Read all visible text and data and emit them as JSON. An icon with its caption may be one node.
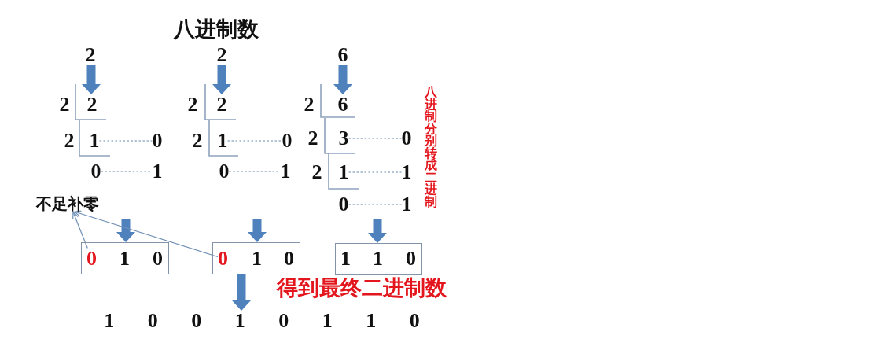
{
  "diagram": {
    "title": "八进制数",
    "nodes": [
      {
        "text": [
          "2"
        ]
      },
      {
        "text": [
          "2"
        ]
      },
      {
        "text": [
          "6"
        ]
      },
      {
        "text": [
          "2"
        ]
      },
      {
        "text": [
          "2"
        ]
      },
      {
        "text": [
          "6"
        ]
      },
      {
        "text": [
          "1"
        ]
      },
      {
        "text": [
          "0"
        ]
      },
      {
        "text": [
          "1"
        ]
      },
      {
        "text": [
          "0"
        ]
      },
      {
        "text": [
          "3"
        ]
      },
      {
        "text": [
          "0"
        ]
      },
      {
        "text": [
          "0"
        ]
      },
      {
        "text": [
          "1"
        ]
      },
      {
        "text": [
          "0"
        ]
      },
      {
        "text": [
          "1"
        ]
      },
      {
        "text": [
          "1"
        ]
      },
      {
        "text": [
          "1"
        ]
      },
      {
        "text": [
          "0"
        ]
      },
      {
        "text": [
          "1"
        ]
      },
      {
        "text": [
          "不足补零"
        ]
      },
      {
        "text": [],
        "shape": "box"
      },
      {
        "text": [
          "0"
        ],
        "in": 21
      },
      {
        "text": [
          "1"
        ],
        "in": 21
      },
      {
        "text": [
          "0"
        ],
        "in": 21
      },
      {
        "text": [],
        "shape": "box"
      },
      {
        "text": [
          "0"
        ],
        "in": 25
      },
      {
        "text": [
          "1"
        ],
        "in": 25
      },
      {
        "text": [
          "0"
        ],
        "in": 25
      },
      {
        "text": [],
        "shape": "box"
      },
      {
        "text": [
          "1"
        ],
        "in": 29
      },
      {
        "text": [
          "1"
        ],
        "in": 29
      },
      {
        "text": [
          "0"
        ],
        "in": 29
      },
      {
        "text": [
          "1 0 0 1 0 1 1 0"
        ]
      }
    ],
    "edges": [
      {
        "from": 0,
        "to": 3,
        "arrow": "to",
        "style": "thick"
      },
      {
        "from": 1,
        "to": 4,
        "arrow": "to",
        "style": "thick"
      },
      {
        "from": 2,
        "to": 5,
        "arrow": "to",
        "style": "thick"
      },
      {
        "from": 6,
        "to": 7,
        "arrow": "none",
        "style": "dashed",
        "color": "#9db2cc"
      },
      {
        "from": 8,
        "to": 9,
        "arrow": "none",
        "style": "dashed",
        "color": "#9db2cc"
      },
      {
        "from": 10,
        "to": 11,
        "arrow": "none",
        "style": "dashed",
        "color": "#9db2cc"
      },
      {
        "from": 12,
        "to": 13,
        "arrow": "none",
        "style": "dashed",
        "color": "#9db2cc"
      },
      {
        "from": 14,
        "to": 15,
        "arrow": "none",
        "style": "dashed",
        "color": "#9db2cc"
      },
      {
        "from": 16,
        "to": 17,
        "arrow": "none",
        "style": "dashed",
        "color": "#9db2cc"
      },
      {
        "from": 18,
        "to": 19,
        "arrow": "none",
        "style": "dashed",
        "color": "#9db2cc"
      },
      {
        "from": null,
        "to": 21,
        "arrow": "to",
        "style": "thick"
      },
      {
        "from": null,
        "to": 25,
        "arrow": "to",
        "style": "thick"
      },
      {
        "from": null,
        "to": 29,
        "arrow": "to",
        "style": "thick"
      },
      {
        "from": 22,
        "to": 20,
        "arrow": "to",
        "color": "#6f8fb5"
      },
      {
        "from": 26,
        "to": 20,
        "arrow": "to",
        "color": "#6f8fb5"
      },
      {
        "from": 25,
        "to": 33,
        "arrow": "to",
        "style": "thick"
      }
    ],
    "labels": [
      "2",
      "2",
      "2",
      "八进制分别转成二进制",
      "2",
      "2",
      "2",
      "2",
      "得到最终二进制数"
    ]
  }
}
